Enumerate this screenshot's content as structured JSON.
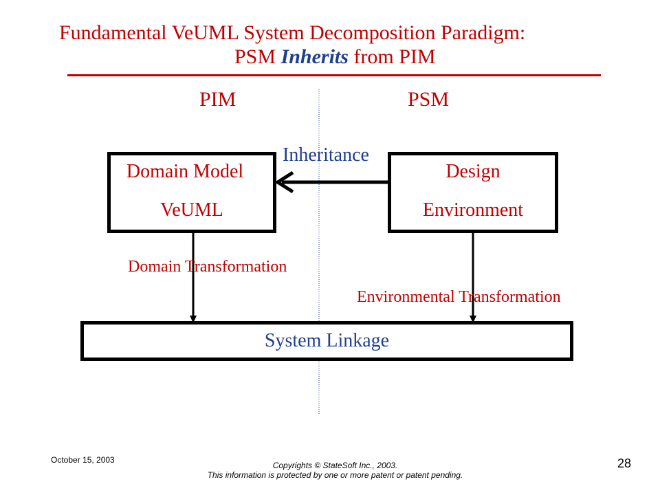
{
  "slide": {
    "title_line1": "Fundamental  VeUML System Decomposition Paradigm:",
    "title_line2_prefix": "PSM ",
    "title_line2_emphasis": "Inherits",
    "title_line2_suffix": " from PIM"
  },
  "columns": {
    "left_label": "PIM",
    "right_label": "PSM"
  },
  "boxes": {
    "domain_model": {
      "line1": "Domain Model",
      "line2": "VeUML"
    },
    "design_environment": {
      "line1": "Design",
      "line2": "Environment"
    },
    "system_linkage": {
      "label": "System  Linkage"
    }
  },
  "arrows": {
    "inheritance_label": "Inheritance",
    "domain_transformation_label": "Domain  Transformation",
    "environmental_transformation_label": "Environmental  Transformation"
  },
  "footer": {
    "date": "October 15, 2003",
    "copyright": "Copyrights © StateSoft Inc., 2003.",
    "notice": "This information is protected by one or more patent or patent pending.",
    "page_number": "28"
  },
  "colors": {
    "title_red": "#c00000",
    "emphasis_blue": "#1f3f8f",
    "divider_blue": "#1f3f8f",
    "box_border": "#000000"
  }
}
